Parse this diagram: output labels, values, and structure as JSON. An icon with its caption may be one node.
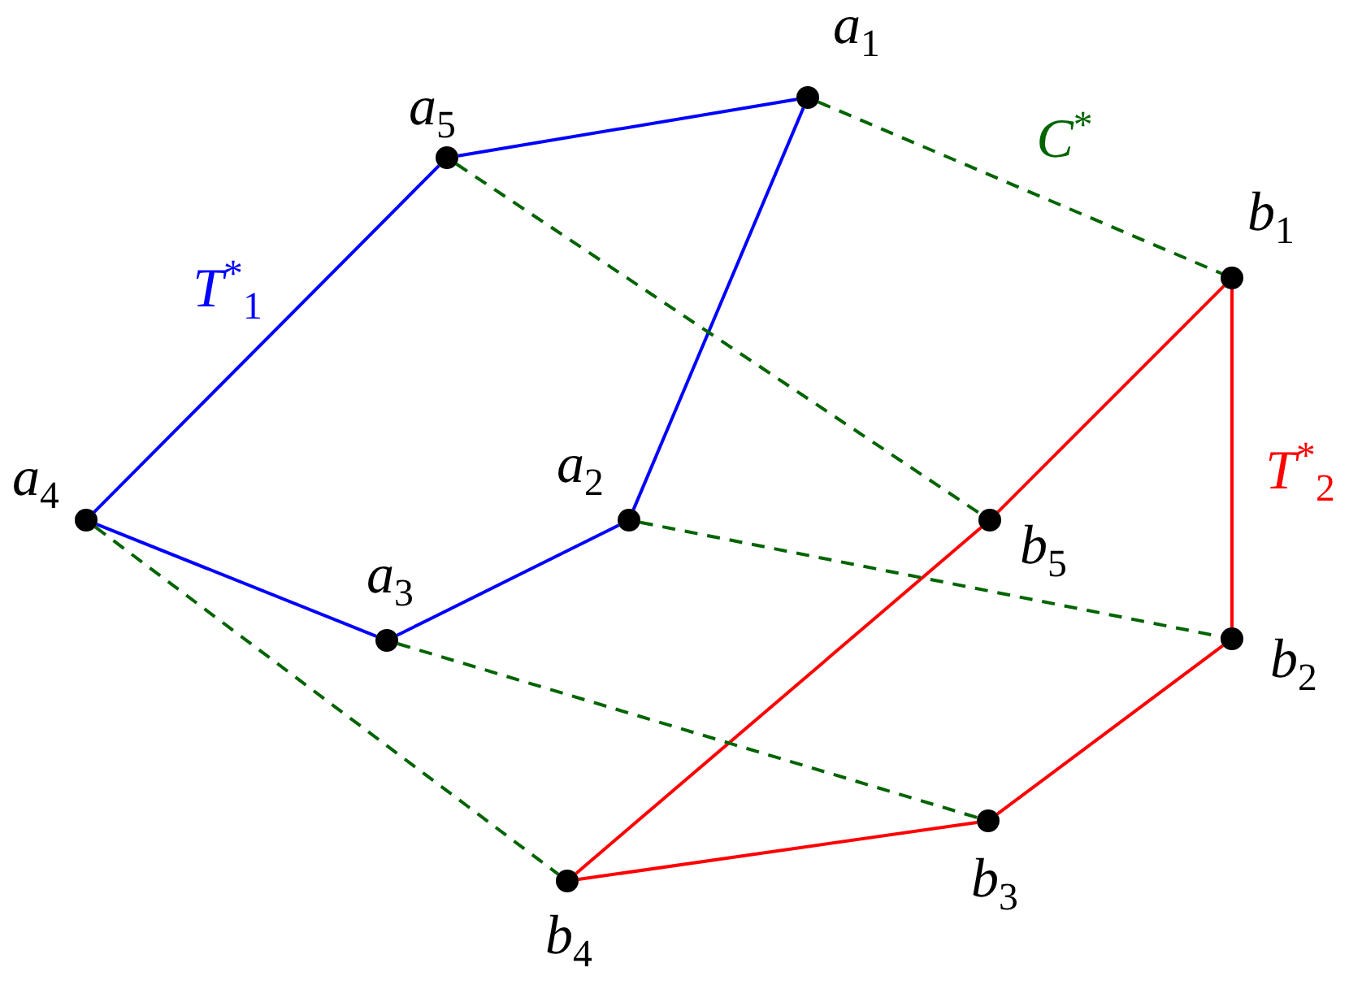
{
  "diagram": {
    "nodes": [
      {
        "text": [
          "a$_{1}$"
        ]
      },
      {
        "text": [
          "a$_{5}$"
        ]
      },
      {
        "text": [
          "b$_{1}$"
        ]
      },
      {
        "text": [
          "a$_{4}$"
        ]
      },
      {
        "text": [
          "a$_{2}$"
        ]
      },
      {
        "text": [
          "b$_{5}$"
        ]
      },
      {
        "text": [
          "a$_{3}$"
        ]
      },
      {
        "text": [
          "b$_{2}$"
        ]
      },
      {
        "text": [
          "b$_{3}$"
        ]
      },
      {
        "text": [
          "b$_{4}$"
        ]
      }
    ],
    "edges": [
      {
        "from": 1,
        "to": 0,
        "arrow": "none",
        "color": "#0000ff"
      },
      {
        "from": 0,
        "to": 4,
        "arrow": "none",
        "color": "#0000ff"
      },
      {
        "from": 4,
        "to": 6,
        "arrow": "none",
        "color": "#0000ff"
      },
      {
        "from": 6,
        "to": 3,
        "arrow": "none",
        "color": "#0000ff"
      },
      {
        "from": 3,
        "to": 1,
        "arrow": "none",
        "color": "#0000ff"
      },
      {
        "from": 2,
        "to": 5,
        "arrow": "none",
        "color": "#ff0000"
      },
      {
        "from": 5,
        "to": 9,
        "arrow": "none",
        "color": "#ff0000"
      },
      {
        "from": 9,
        "to": 8,
        "arrow": "none",
        "color": "#ff0000"
      },
      {
        "from": 8,
        "to": 7,
        "arrow": "none",
        "color": "#ff0000"
      },
      {
        "from": 7,
        "to": 2,
        "arrow": "none",
        "color": "#ff0000"
      },
      {
        "from": 0,
        "to": 2,
        "arrow": "none",
        "style": "dashed",
        "color": "#006400"
      },
      {
        "from": 1,
        "to": 5,
        "arrow": "none",
        "style": "dashed",
        "color": "#006400"
      },
      {
        "from": 4,
        "to": 7,
        "arrow": "none",
        "style": "dashed",
        "color": "#006400"
      },
      {
        "from": 6,
        "to": 8,
        "arrow": "none",
        "style": "dashed",
        "color": "#006400"
      },
      {
        "from": 3,
        "to": 9,
        "arrow": "none",
        "style": "dashed",
        "color": "#006400"
      }
    ],
    "labels": [
      "T$^{*}$$_{1}$",
      "C$^{*}$",
      "T$^{*}$$_{2}$"
    ]
  }
}
